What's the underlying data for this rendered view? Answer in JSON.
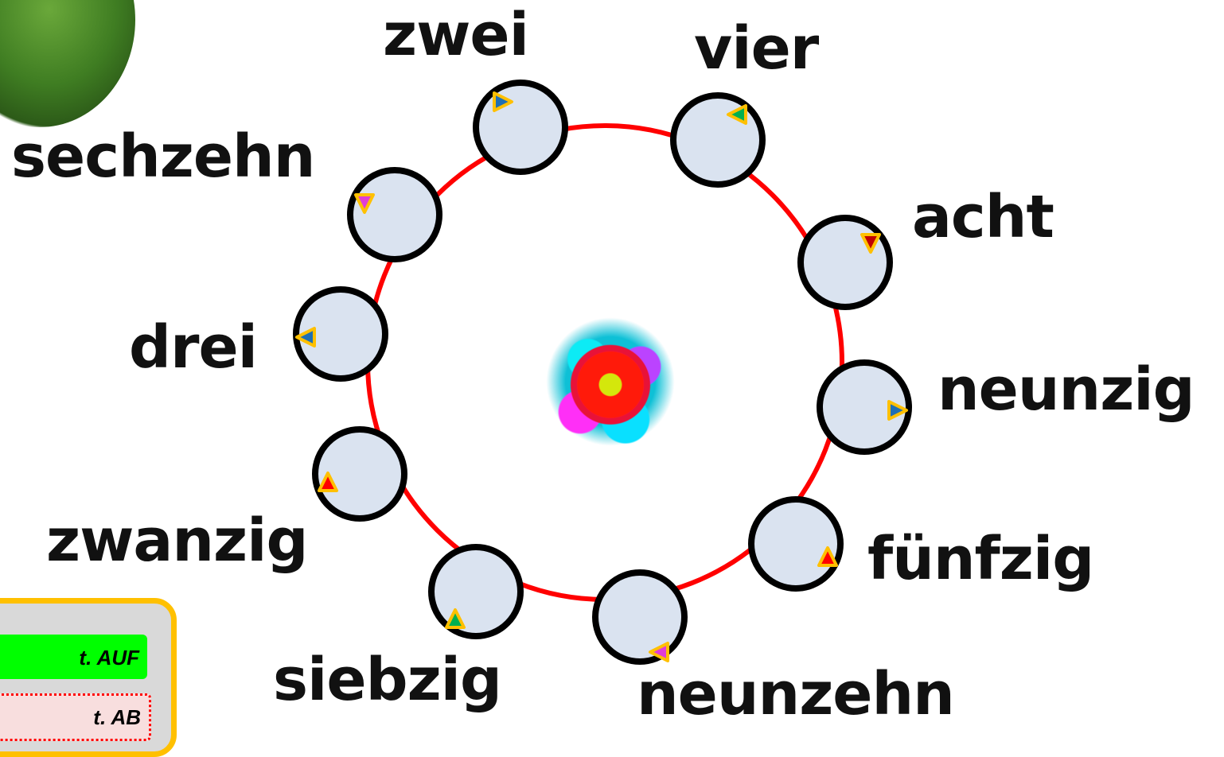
{
  "words": [
    "zwei",
    "vier",
    "sechzehn",
    "acht",
    "drei",
    "neunzig",
    "zwanzig",
    "fünfzig",
    "siebzig",
    "neunzehn"
  ],
  "legend": {
    "up_label": "t. AUF",
    "down_label": "t. AB"
  },
  "colors": {
    "ring": "#ff0000",
    "node_fill": "#dae3f0",
    "node_stroke": "#000000",
    "arrow_outline": "#ffc000",
    "legend_border": "#ffc000",
    "legend_up_bg": "#00ff00",
    "legend_down_border": "#ff0000"
  },
  "nodes": [
    {
      "word_index": 0,
      "arrow_color": "#1f6fb5"
    },
    {
      "word_index": 1,
      "arrow_color": "#00b050"
    },
    {
      "word_index": 3,
      "arrow_color": "#c00000"
    },
    {
      "word_index": 5,
      "arrow_color": "#1f6fb5"
    },
    {
      "word_index": 7,
      "arrow_color": "#ff0000"
    },
    {
      "word_index": 9,
      "arrow_color": "#e03dd7"
    },
    {
      "word_index": 8,
      "arrow_color": "#00b050"
    },
    {
      "word_index": 6,
      "arrow_color": "#ff0000"
    },
    {
      "word_index": 4,
      "arrow_color": "#1f6fb5"
    },
    {
      "word_index": 2,
      "arrow_color": "#e03dd7"
    }
  ]
}
